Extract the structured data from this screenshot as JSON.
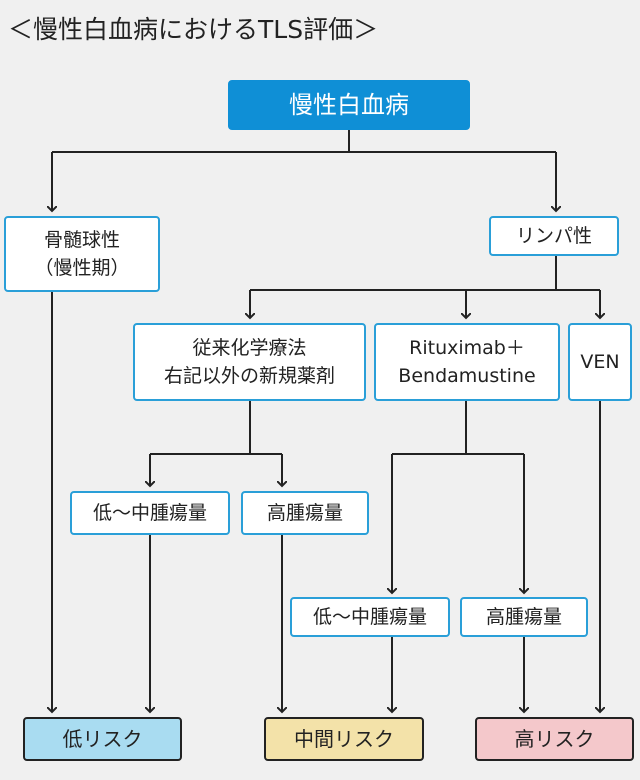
{
  "title": "＜慢性白血病におけるTLS評価＞",
  "root": "慢性白血病",
  "myeloid": {
    "line1": "骨髄球性",
    "line2": "（慢性期）"
  },
  "lymphoid": "リンパ性",
  "conventional": {
    "line1": "従来化学療法",
    "line2": "右記以外の新規薬剤"
  },
  "rb": {
    "line1": "Rituximab＋",
    "line2": "Bendamustine"
  },
  "ven": "VEN",
  "conv_low_mid": "低～中腫瘍量",
  "conv_high": "高腫瘍量",
  "rb_low_mid": "低～中腫瘍量",
  "rb_high": "高腫瘍量",
  "outcomes": {
    "low": "低リスク",
    "mid": "中間リスク",
    "high": "高リスク"
  },
  "colors": {
    "accent": "#0f8fd6",
    "box_border": "#2a9fd8",
    "low": "#a9dcf1",
    "mid": "#f3e2a9",
    "high": "#f4c8cb"
  }
}
